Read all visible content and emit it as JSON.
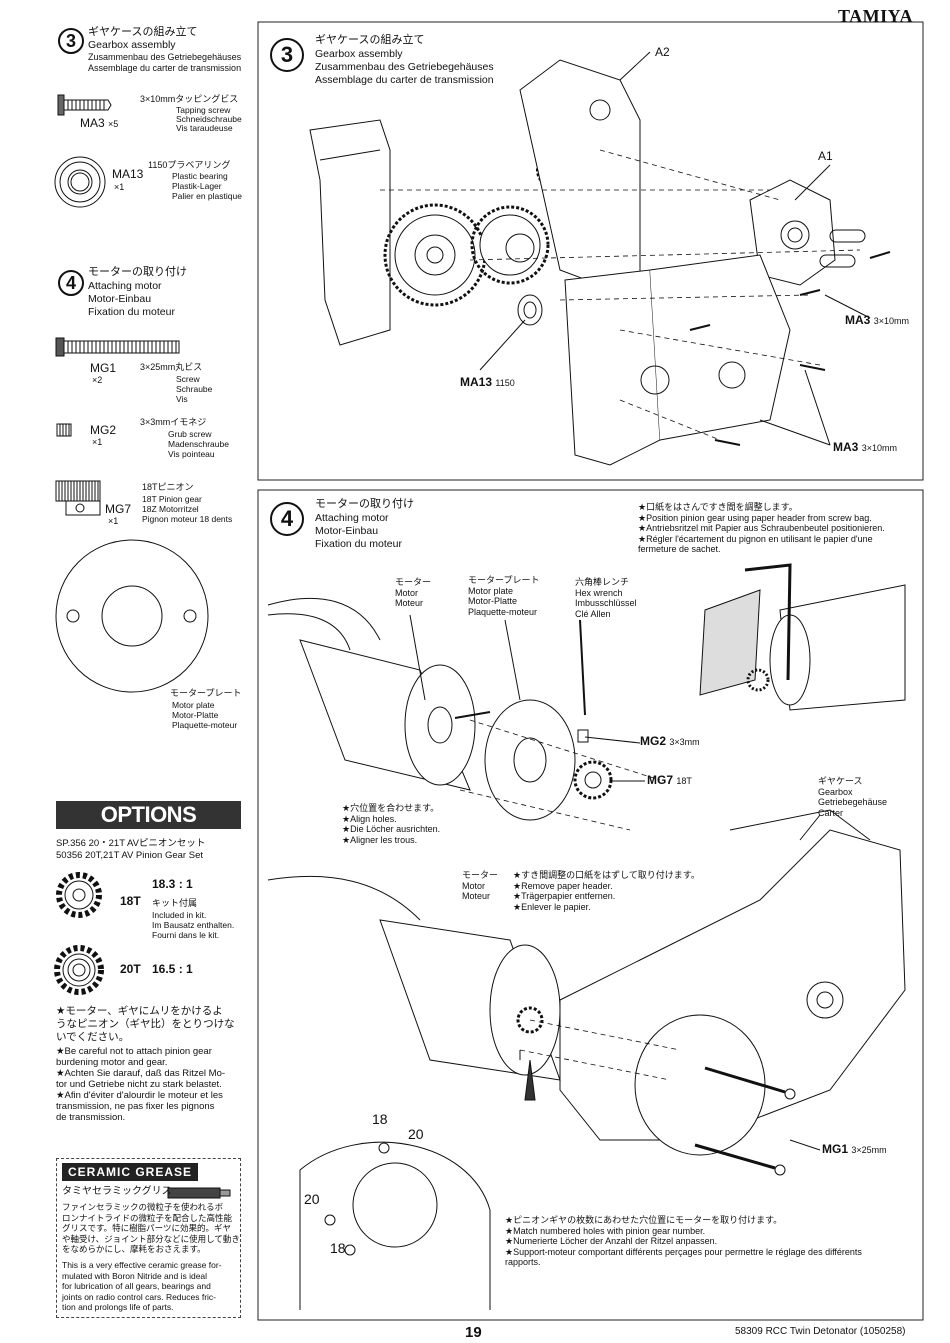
{
  "brand": "TAMIYA",
  "left": {
    "step3": {
      "num": "3",
      "ja": "ギヤケースの組み立て",
      "en": "Gearbox assembly",
      "de": "Zusammenbau des Getriebegehäuses",
      "fr": "Assemblage du carter de transmission"
    },
    "ma3": {
      "code": "MA3",
      "qty": "×5",
      "ja": "3×10mmタッピングビス",
      "en": "Tapping screw",
      "de": "Schneidschraube",
      "fr": "Vis taraudeuse"
    },
    "ma13": {
      "code": "MA13",
      "qty": "×1",
      "ja": "1150プラベアリング",
      "en": "Plastic bearing",
      "de": "Plastik-Lager",
      "fr": "Palier en plastique"
    },
    "step4": {
      "num": "4",
      "ja": "モーターの取り付け",
      "en": "Attaching motor",
      "de": "Motor-Einbau",
      "fr": "Fixation du moteur"
    },
    "mg1": {
      "code": "MG1",
      "qty": "×2",
      "ja": "3×25mm丸ビス",
      "en": "Screw",
      "de": "Schraube",
      "fr": "Vis"
    },
    "mg2": {
      "code": "MG2",
      "qty": "×1",
      "ja": "3×3mmイモネジ",
      "en": "Grub screw",
      "de": "Madenschraube",
      "fr": "Vis pointeau"
    },
    "mg7": {
      "code": "MG7",
      "qty": "×1",
      "ja": "18Tピニオン",
      "en": "18T Pinion gear",
      "de": "18Z Motorritzel",
      "fr": "Pignon moteur 18 dents"
    },
    "motorplate": {
      "ja": "モータープレート",
      "en": "Motor plate",
      "de": "Motor-Platte",
      "fr": "Plaquette-moteur"
    },
    "options": {
      "title": "OPTIONS",
      "line1": "SP.356 20・21T AVピニオンセット",
      "line2": "50356 20T,21T AV Pinion Gear Set",
      "g18": "18T",
      "r18": "18.3 : 1",
      "kit_ja": "キット付属",
      "kit_en": "Included in kit.",
      "kit_de": "Im Bausatz enthalten.",
      "kit_fr": "Fourni dans le kit.",
      "g20": "20T",
      "r20": "16.5 : 1",
      "warn_ja1": "★モーター、ギヤにムリをかけるよ",
      "warn_ja2": "うなピニオン（ギヤ比）をとりつけな",
      "warn_ja3": "いでください。",
      "warn_en1": "★Be careful not to attach pinion gear",
      "warn_en2": "burdening motor and gear.",
      "warn_de1": "★Achten Sie darauf, daß das Ritzel Mo-",
      "warn_de2": "tor und Getriebe nicht zu stark belastet.",
      "warn_fr1": "★Afin d'éviter d'alourdir le moteur et les",
      "warn_fr2": "transmission, ne pas fixer les pignons",
      "warn_fr3": "de transmission."
    },
    "grease": {
      "title": "CERAMIC GREASE",
      "ja_title": "タミヤセラミックグリス",
      "ja1": "ファインセラミックの微粒子を使われるボ",
      "ja2": "ロンナイトライドの微粒子を配合した高性能",
      "ja3": "グリスです。特に樹脂パーツに効果的。ギヤ",
      "ja4": "や軸受け、ジョイント部分などに使用して動き",
      "ja5": "をなめらかにし、摩耗をおさえます。",
      "en1": "This is a very effective ceramic grease for-",
      "en2": "mulated with Boron Nitride and is ideal",
      "en3": "for lubrication of all gears, bearings and",
      "en4": "joints on radio control cars. Reduces fric-",
      "en5": "tion and prolongs life of parts."
    }
  },
  "top_panel": {
    "num": "3",
    "ja": "ギヤケースの組み立て",
    "en": "Gearbox assembly",
    "de": "Zusammenbau des Getriebegehäuses",
    "fr": "Assemblage du carter de transmission",
    "a2": "A2",
    "a1": "A1",
    "ma3_top": "MA3",
    "ma3_top_size": "3×10mm",
    "ma13": "MA13",
    "ma13_size": "1150",
    "ma3_bottom": "MA3",
    "ma3_bottom_size": "3×10mm"
  },
  "bottom_panel": {
    "num": "4",
    "ja": "モーターの取り付け",
    "en": "Attaching motor",
    "de": "Motor-Einbau",
    "fr": "Fixation du moteur",
    "note_ja": "★口紙をはさんですき間を調整します。",
    "note_en": "★Position pinion gear using paper header from screw bag.",
    "note_de": "★Antriebsritzel mit Papier aus Schraubenbeutel positionieren.",
    "note_fr1": "★Régler l'écartement du pignon en utilisant le papier d'une",
    "note_fr2": "fermeture de sachet.",
    "motor": {
      "ja": "モーター",
      "en": "Motor",
      "de": "Moteur"
    },
    "plate": {
      "ja": "モータープレート",
      "en": "Motor plate",
      "de": "Motor-Platte",
      "fr": "Plaquette-moteur"
    },
    "wrench": {
      "ja": "六角棒レンチ",
      "en": "Hex wrench",
      "de": "Imbusschlüssel",
      "fr": "Clé Allen"
    },
    "mg2": "MG2",
    "mg2_size": "3×3mm",
    "mg7": "MG7",
    "mg7_size": "18T",
    "holes_ja": "★穴位置を合わせます。",
    "holes_en": "★Align holes.",
    "holes_de": "★Die Löcher ausrichten.",
    "holes_fr": "★Aligner les trous.",
    "gearcase": {
      "ja": "ギヤケース",
      "en": "Gearbox",
      "de": "Getriebegehäuse",
      "fr": "Carter"
    },
    "motor2": {
      "ja": "モーター",
      "en": "Motor",
      "de": "Moteur"
    },
    "remove_ja": "★すき間調整の口紙をはずして取り付けます。",
    "remove_en": "★Remove paper header.",
    "remove_de": "★Trägerpapier entfernen.",
    "remove_fr": "★Enlever le papier.",
    "mg1": "MG1",
    "mg1_size": "3×25mm",
    "n18a": "18",
    "n20a": "20",
    "n20b": "20",
    "n18b": "18",
    "match_ja": "★ピニオンギヤの枚数にあわせた穴位置にモーターを取り付けます。",
    "match_en": "★Match numbered holes with pinion gear number.",
    "match_de": "★Numerierte Löcher der Anzahl der Ritzel anpassen.",
    "match_fr1": "★Support-moteur comportant différents perçages pour permettre le réglage des différents",
    "match_fr2": "rapports."
  },
  "footer": {
    "page": "19",
    "code": "58309  RCC Twin Detonator (1050258)"
  }
}
